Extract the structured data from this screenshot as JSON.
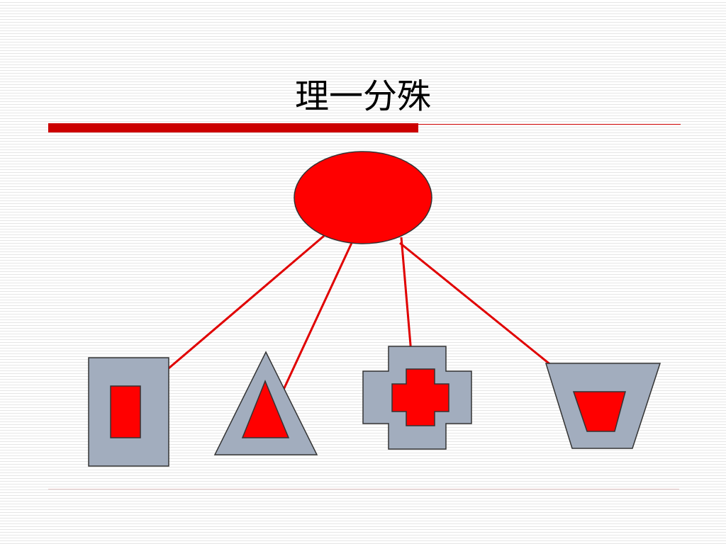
{
  "slide": {
    "title": "理一分殊"
  },
  "colors": {
    "accent": "#ff0000",
    "rule": "#cc0000",
    "container_fill": "#a2adbe",
    "outline": "#333333",
    "connector": "#e00000"
  },
  "diagram": {
    "root": {
      "shape": "ellipse"
    },
    "children": [
      {
        "container_shape": "rectangle",
        "inner_shape": "rectangle"
      },
      {
        "container_shape": "triangle",
        "inner_shape": "triangle"
      },
      {
        "container_shape": "cross",
        "inner_shape": "cross"
      },
      {
        "container_shape": "trapezoid",
        "inner_shape": "trapezoid"
      }
    ]
  }
}
